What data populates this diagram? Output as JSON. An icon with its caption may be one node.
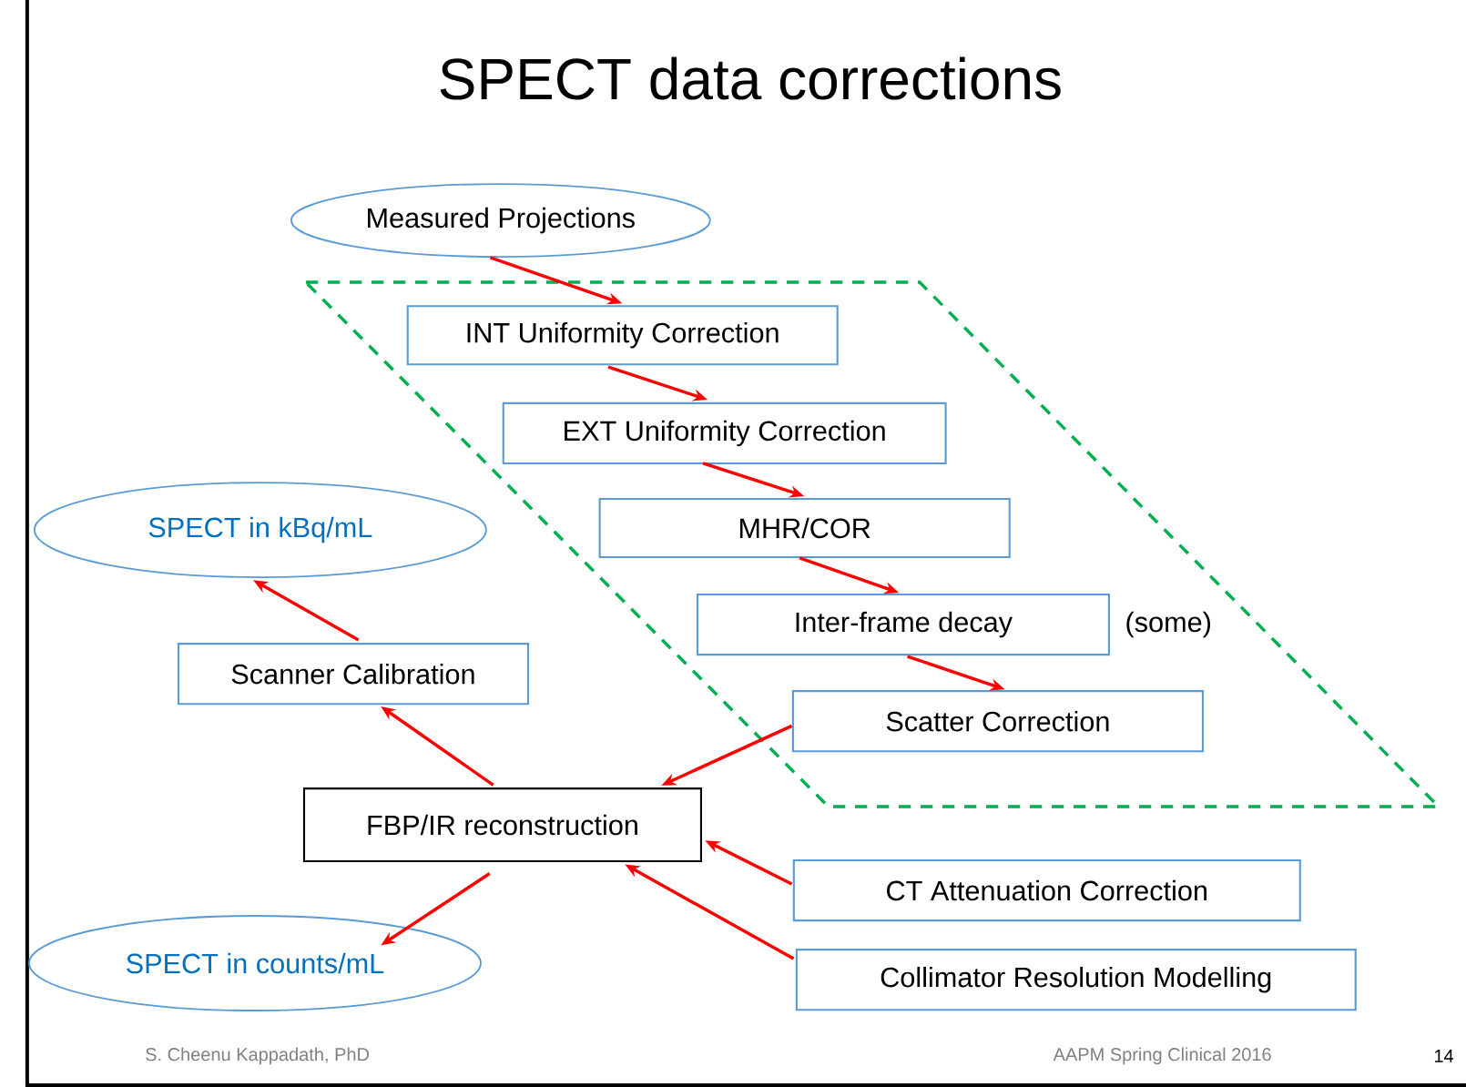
{
  "diagram": {
    "title": "SPECT data corrections",
    "nodes": [
      {
        "text": [
          "Measured Projections"
        ]
      },
      {
        "text": [],
        "shape": "parallelogram"
      },
      {
        "text": [
          "INT Uniformity Correction"
        ],
        "in": 1
      },
      {
        "text": [
          "EXT Uniformity Correction"
        ],
        "in": 1
      },
      {
        "text": [
          "MHR/COR"
        ],
        "in": 1
      },
      {
        "text": [
          "Inter-frame decay"
        ],
        "in": 1,
        "beside": [
          "(some)"
        ]
      },
      {
        "text": [
          "Scatter Correction"
        ],
        "in": 1
      },
      {
        "text": [
          "SPECT in kBq/mL"
        ]
      },
      {
        "text": [
          "Scanner Calibration"
        ]
      },
      {
        "text": [
          "FBP/IR reconstruction"
        ]
      },
      {
        "text": [
          "CT Attenuation Correction"
        ]
      },
      {
        "text": [
          "Collimator Resolution Modelling"
        ]
      },
      {
        "text": [
          "SPECT in counts/mL"
        ]
      }
    ],
    "edges": [
      {
        "from": 0,
        "to": 2,
        "arrow": "to"
      },
      {
        "from": 2,
        "to": 3,
        "arrow": "to"
      },
      {
        "from": 3,
        "to": 4,
        "arrow": "to"
      },
      {
        "from": 4,
        "to": 5,
        "arrow": "to"
      },
      {
        "from": 5,
        "to": 6,
        "arrow": "to"
      },
      {
        "from": 6,
        "to": 9,
        "arrow": "to"
      },
      {
        "from": 9,
        "to": 8,
        "arrow": "to"
      },
      {
        "from": 8,
        "to": 7,
        "arrow": "to"
      },
      {
        "from": 10,
        "to": 9,
        "arrow": "to"
      },
      {
        "from": 11,
        "to": 9,
        "arrow": "to"
      },
      {
        "from": 9,
        "to": 12,
        "arrow": "to"
      }
    ],
    "labels": [
      "S. Cheenu Kappadath, PhD",
      "AAPM Spring Clinical 2016",
      "14"
    ]
  }
}
